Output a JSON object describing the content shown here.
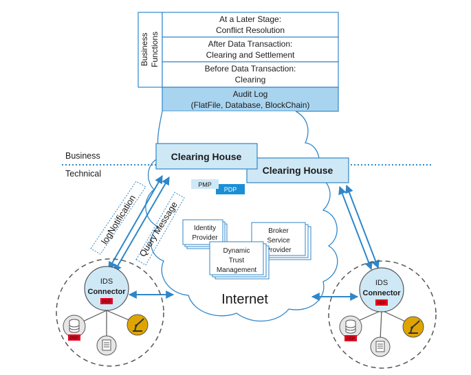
{
  "business_functions": {
    "side_label": [
      "Business",
      "Functions"
    ],
    "rows": [
      {
        "line1": "At a Later Stage:",
        "line2": "Conflict Resolution"
      },
      {
        "line1": "After Data Transaction:",
        "line2": "Clearing and Settlement"
      },
      {
        "line1": "Before Data Transaction:",
        "line2": "Clearing"
      }
    ],
    "audit_log": {
      "line1": "Audit Log",
      "line2": "(FlatFile, Database, BlockChain)"
    }
  },
  "layers": {
    "business": "Business",
    "technical": "Technical"
  },
  "clearing_house": {
    "primary_label": "Clearing House",
    "secondary_label": "Clearing House",
    "pmp": "PMP",
    "pdp": "PDP"
  },
  "cloud": {
    "label": "Internet",
    "boxes": {
      "identity": [
        "Identity",
        "Provider"
      ],
      "broker": [
        "Broker",
        "Service",
        "Provider"
      ],
      "dynamic": [
        "Dynamic",
        "Trust",
        "Management"
      ]
    }
  },
  "messages": {
    "log": "logNotification",
    "query": "Query Message"
  },
  "connectors": {
    "left": {
      "line1": "IDS",
      "line2": "Connector",
      "pep": "PEP"
    },
    "right": {
      "line1": "IDS",
      "line2": "Connector",
      "pep": "PEP"
    }
  },
  "colors": {
    "box_fill": "#cfe8f6",
    "audit_fill": "#a9d4ef",
    "arrow": "#2e86c9",
    "dotted_line": "#2e86c9",
    "pep_fill": "#e8001c",
    "pdp_fill": "#1a8fd6",
    "pmp_fill": "#cfe8f6",
    "robot": "#e0a400"
  }
}
